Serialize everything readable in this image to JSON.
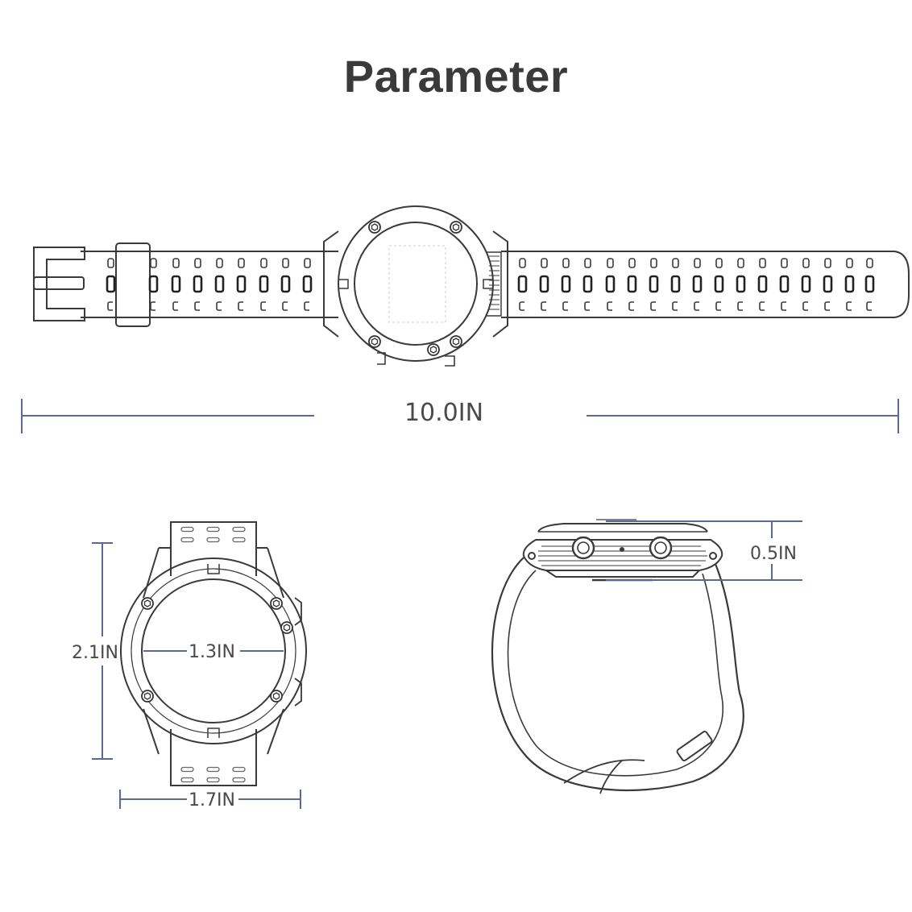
{
  "title": "Parameter",
  "colors": {
    "dimension_line": "#5a6a96",
    "outline": "#3a3a3a",
    "text": "#4a4a4a"
  },
  "dimensions": {
    "total_length": "10.0IN",
    "height": "2.1IN",
    "screen_diameter": "1.3IN",
    "width": "1.7IN",
    "thickness": "0.5IN"
  }
}
